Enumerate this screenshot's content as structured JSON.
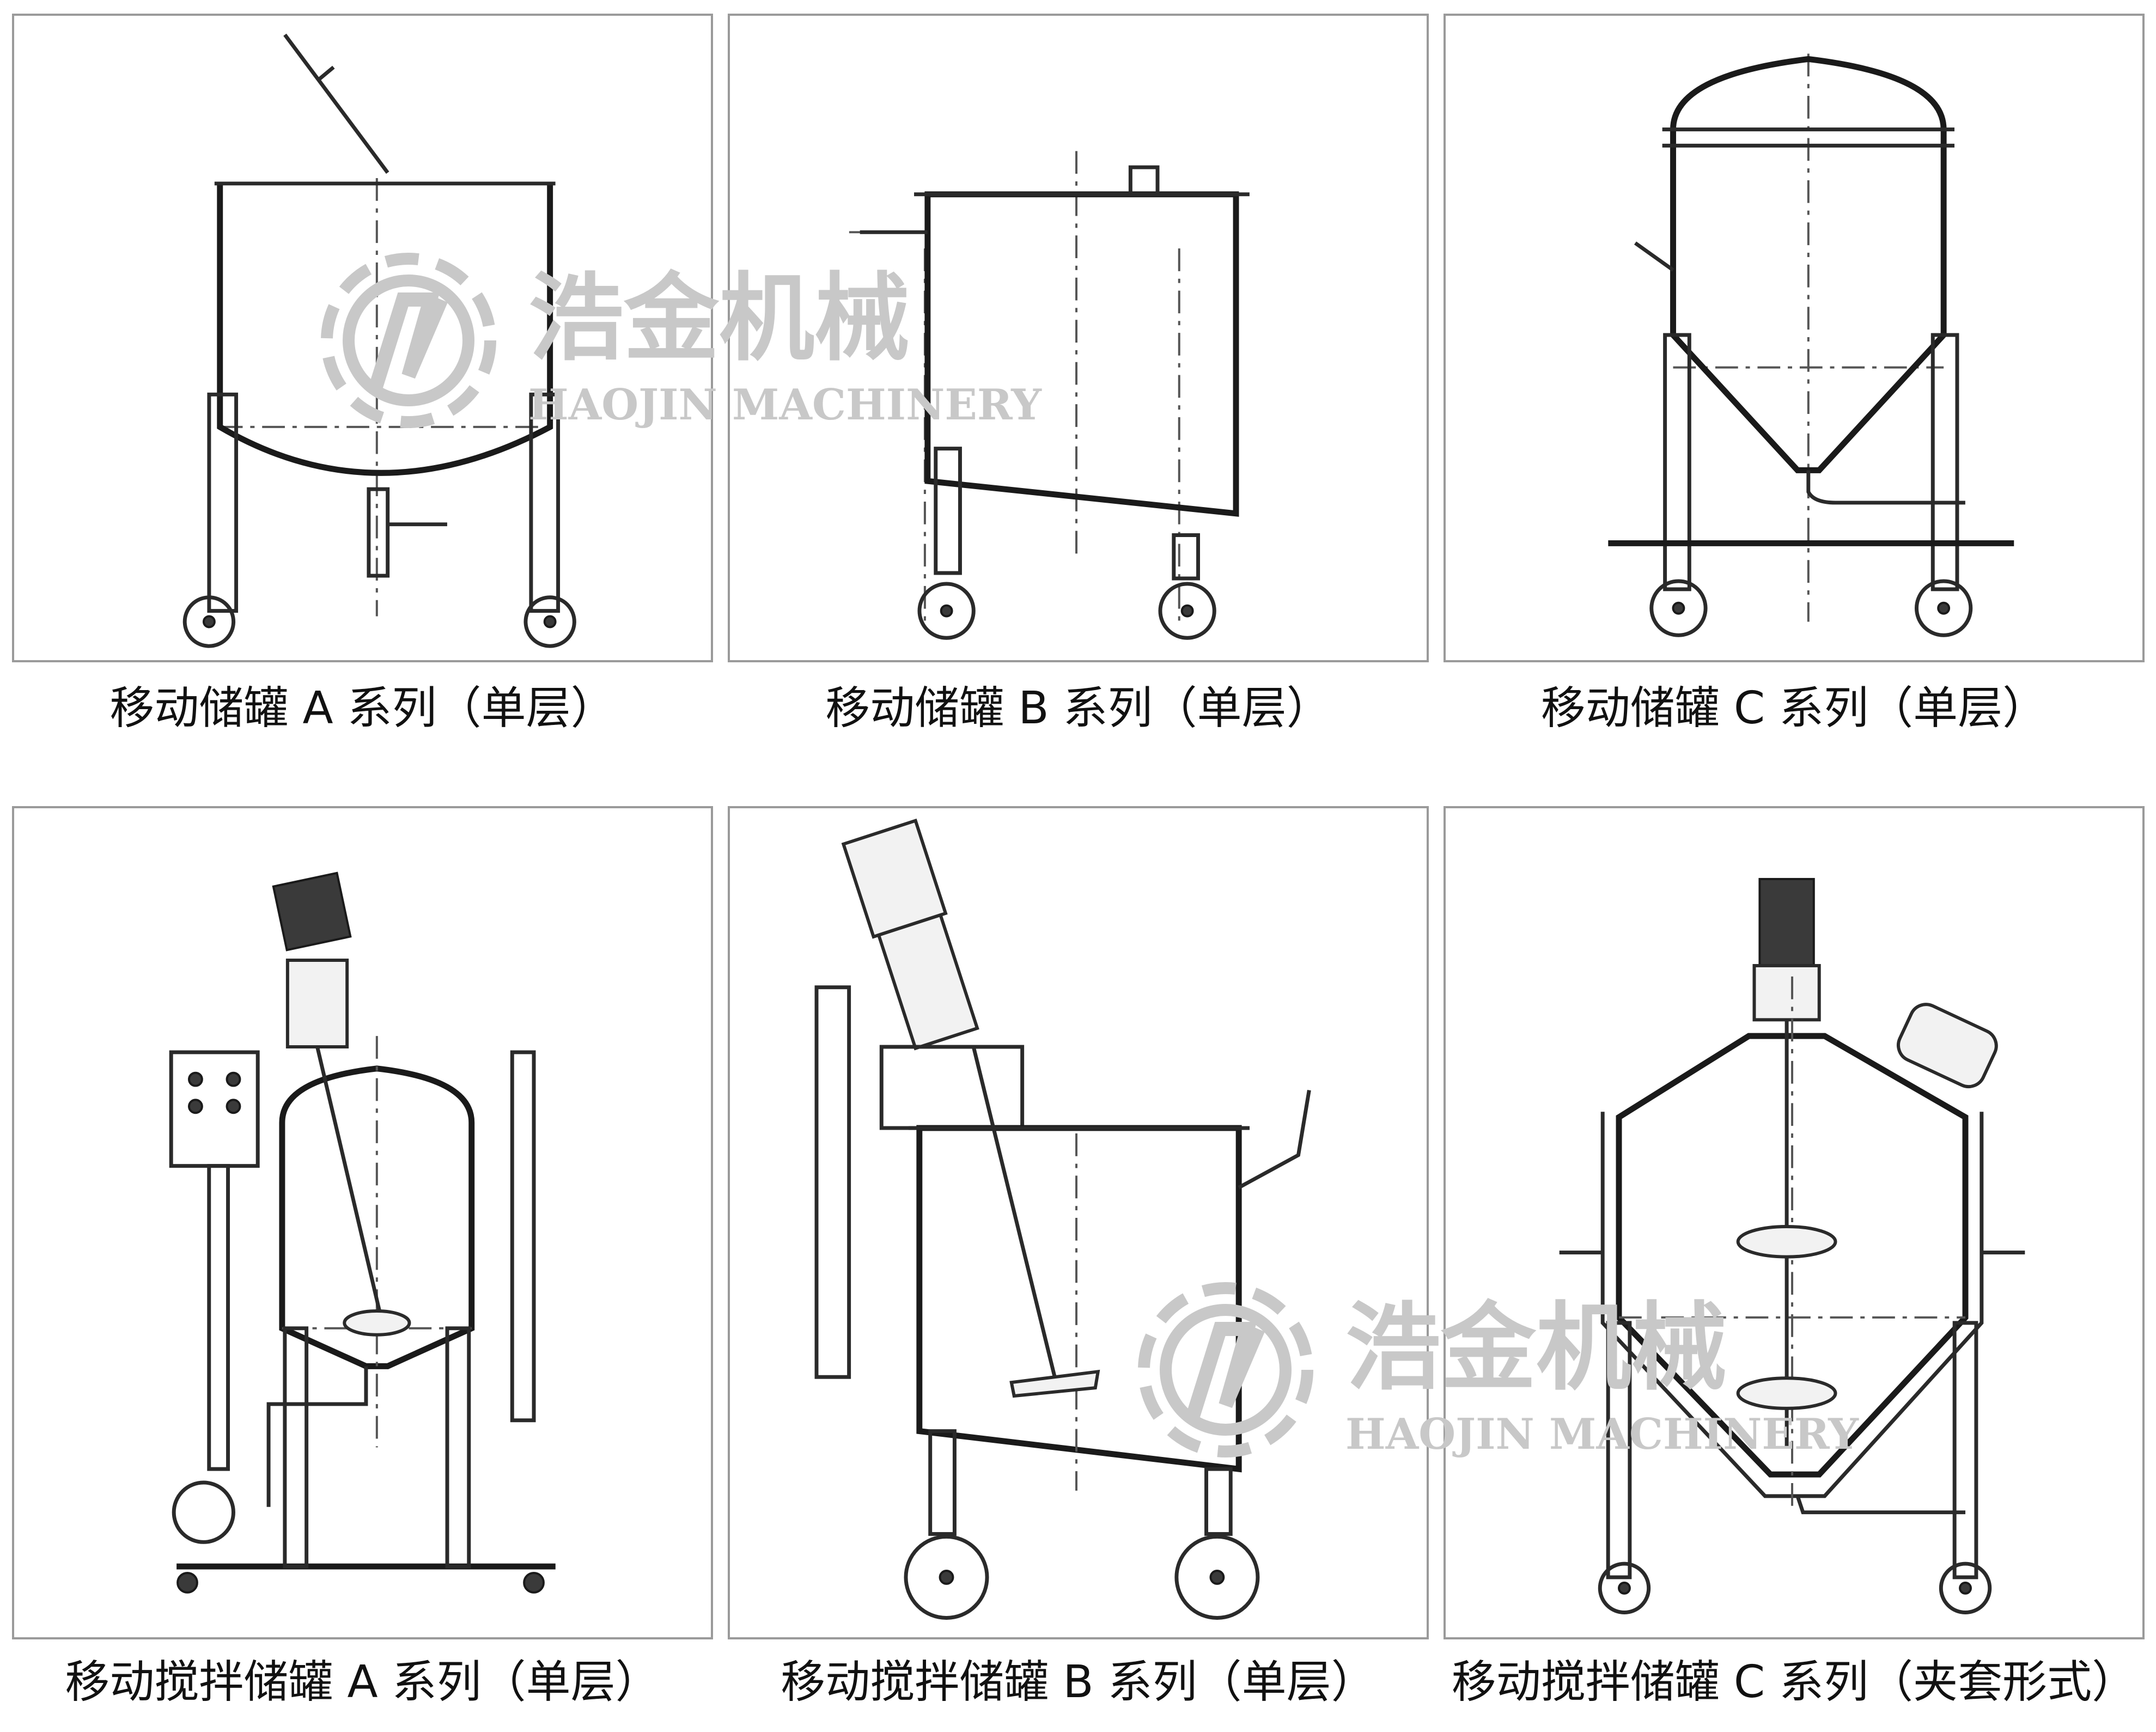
{
  "panels": [
    {
      "caption": "移动储罐 A 系列（单层）"
    },
    {
      "caption": "移动储罐 B 系列（单层）"
    },
    {
      "caption": "移动储罐 C 系列（单层）"
    },
    {
      "caption": "移动搅拌储罐 A 系列（单层）"
    },
    {
      "caption": "移动搅拌储罐 B 系列（单层）"
    },
    {
      "caption": "移动搅拌储罐 C 系列（夹套形式）"
    }
  ],
  "watermark": {
    "brand_cn": "浩金机械",
    "brand_en": "HAOJIN MACHINERY",
    "color": "#c8c8c8"
  }
}
